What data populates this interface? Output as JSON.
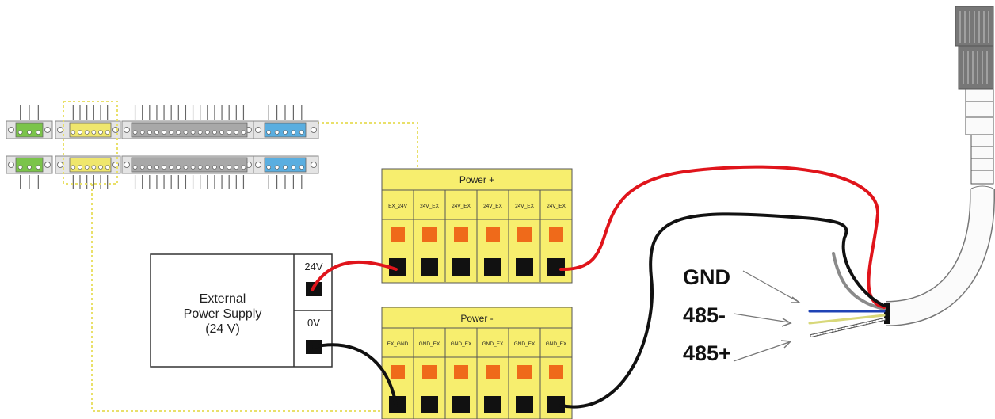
{
  "power_supply": {
    "title_line1": "External",
    "title_line2": "Power Supply",
    "title_line3": "(24 V)",
    "plus_label": "24V",
    "minus_label": "0V"
  },
  "terminal_plus": {
    "title": "Power +",
    "pins": [
      "EX_24V",
      "24V_EX",
      "24V_EX",
      "24V_EX",
      "24V_EX",
      "24V_EX"
    ]
  },
  "terminal_minus": {
    "title": "Power -",
    "pins": [
      "EX_GND",
      "GND_EX",
      "GND_EX",
      "GND_EX",
      "GND_EX",
      "GND_EX"
    ]
  },
  "cable_labels": {
    "gnd": "GND",
    "rs485_minus": "485-",
    "rs485_plus": "485+"
  },
  "colors": {
    "terminal_yellow": "#f7ee6e",
    "terminal_orange": "#ef6a1a",
    "wire_red": "#e0141b",
    "wire_black": "#111111",
    "wire_blue": "#1f43b5",
    "wire_yellow": "#d8d87a",
    "dotted_guide": "#e9e06a",
    "header_green": "#7bc44a",
    "header_yellow": "#efe66d",
    "header_blue": "#5aaee0",
    "header_gray": "#a8a8a8"
  }
}
